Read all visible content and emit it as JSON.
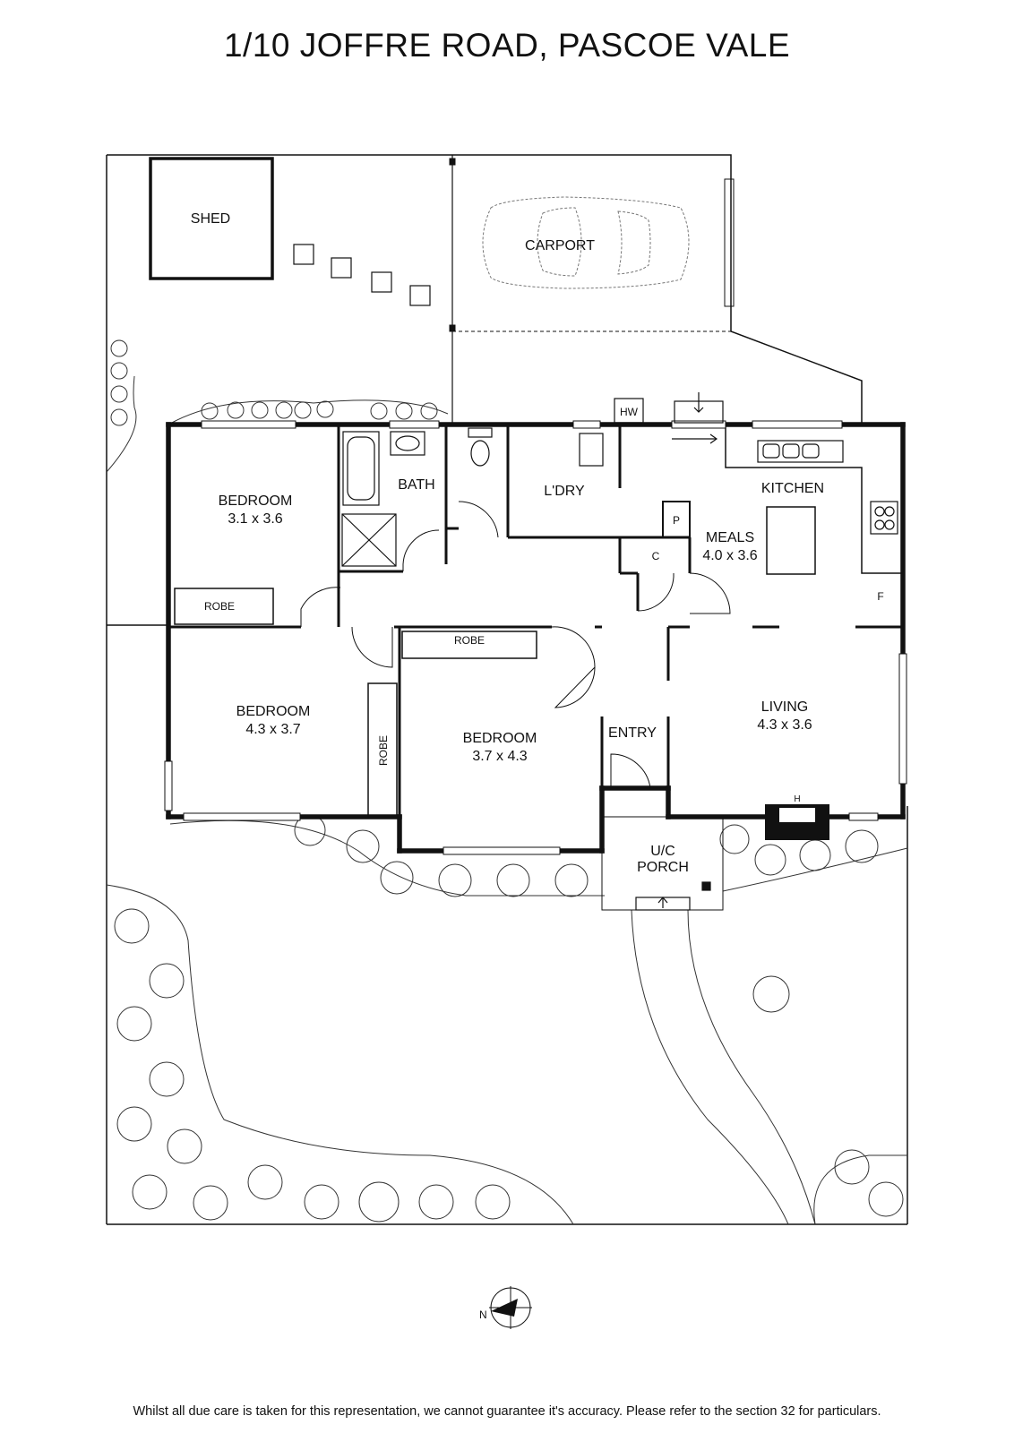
{
  "title": "1/10 JOFFRE ROAD, PASCOE VALE",
  "disclaimer": "Whilst all due care is taken for this representation, we cannot guarantee it's accuracy. Please refer to the section 32 for particulars.",
  "compass": {
    "north_label": "N"
  },
  "rooms": {
    "shed": "SHED",
    "carport": "CARPORT",
    "bedroom1": {
      "name": "BEDROOM",
      "dims": "3.1 x 3.6"
    },
    "bath": "BATH",
    "laundry": "L'DRY",
    "hw": "HW",
    "kitchen": "KITCHEN",
    "pantry": "P",
    "cupboard": "C",
    "meals": {
      "name": "MEALS",
      "dims": "4.0 x 3.6"
    },
    "fridge": "F",
    "robe1": "ROBE",
    "robe2": "ROBE",
    "robe3": "ROBE",
    "bedroom2": {
      "name": "BEDROOM",
      "dims": "4.3 x 3.7"
    },
    "bedroom3": {
      "name": "BEDROOM",
      "dims": "3.7 x 4.3"
    },
    "entry": "ENTRY",
    "living": {
      "name": "LIVING",
      "dims": "4.3 x 3.6"
    },
    "heater": "H",
    "porch": {
      "line1": "U/C",
      "line2": "PORCH"
    }
  }
}
